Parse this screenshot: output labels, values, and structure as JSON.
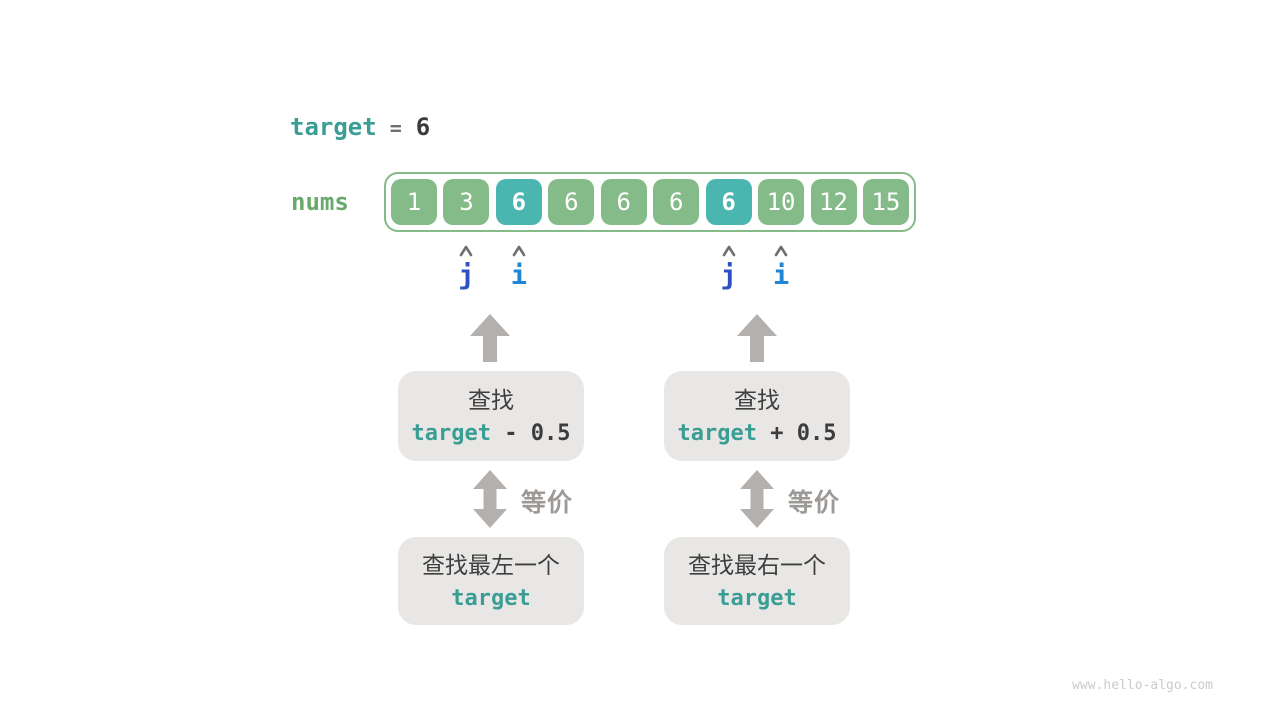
{
  "header": {
    "target_label": "target",
    "equals": "=",
    "target_value": "6"
  },
  "array": {
    "label": "nums",
    "cells": [
      {
        "value": "1",
        "highlight": false
      },
      {
        "value": "3",
        "highlight": false
      },
      {
        "value": "6",
        "highlight": true
      },
      {
        "value": "6",
        "highlight": false
      },
      {
        "value": "6",
        "highlight": false
      },
      {
        "value": "6",
        "highlight": false
      },
      {
        "value": "6",
        "highlight": true
      },
      {
        "value": "10",
        "highlight": false
      },
      {
        "value": "12",
        "highlight": false
      },
      {
        "value": "15",
        "highlight": false
      }
    ]
  },
  "pointers": {
    "items": [
      {
        "label": "j",
        "cell_index": 1
      },
      {
        "label": "i",
        "cell_index": 2
      },
      {
        "label": "j",
        "cell_index": 6
      },
      {
        "label": "i",
        "cell_index": 7
      }
    ]
  },
  "flows": {
    "left": {
      "search_box": {
        "title": "查找",
        "code_target": "target",
        "code_rest": " - 0.5"
      },
      "equiv_label": "等价",
      "result_box": {
        "title": "查找最左一个",
        "code": "target"
      }
    },
    "right": {
      "search_box": {
        "title": "查找",
        "code_target": "target",
        "code_rest": " + 0.5"
      },
      "equiv_label": "等价",
      "result_box": {
        "title": "查找最右一个",
        "code": "target"
      }
    }
  },
  "watermark": "www.hello-algo.com",
  "colors": {
    "cell_green": "#85BB88",
    "cell_teal_highlight": "#4BB5AF",
    "code_teal": "#3A9E95",
    "nums_label_green": "#69A96B",
    "text_dark": "#3C3C3C",
    "pointer_j_blue": "#2D51C4",
    "pointer_i_blue": "#1E86D6",
    "arrow_gray": "#B4B0AD",
    "box_gray": "#E8E7E5",
    "equiv_text_gray": "#9C9996",
    "watermark_gray": "#CBCBCB"
  }
}
